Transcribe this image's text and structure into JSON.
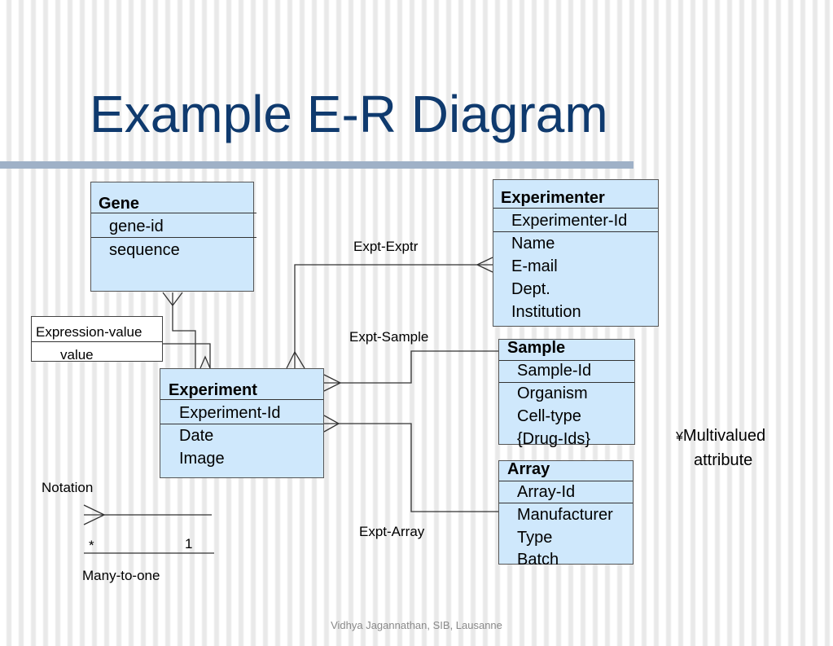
{
  "slide": {
    "title": "Example E-R Diagram",
    "footer": "Vidhya Jagannathan, SIB, Lausanne"
  },
  "entities": {
    "gene": {
      "name": "Gene",
      "attributes": [
        "gene-id",
        "sequence"
      ]
    },
    "experimenter": {
      "name": "Experimenter",
      "attributes": [
        "Experimenter-Id",
        "Name",
        "E-mail",
        "Dept.",
        "Institution"
      ]
    },
    "experiment": {
      "name": "Experiment",
      "attributes": [
        "Experiment-Id",
        "Date",
        "Image"
      ]
    },
    "sample": {
      "name": "Sample",
      "attributes": [
        "Sample-Id",
        "Organism",
        "Cell-type",
        "{Drug-Ids}"
      ]
    },
    "array": {
      "name": "Array",
      "attributes": [
        "Array-Id",
        "Manufacturer",
        "Type",
        "Batch"
      ]
    }
  },
  "association": {
    "name": "Expression-value",
    "attributes": [
      "value"
    ]
  },
  "relationships": {
    "expt_exptr": "Expt-Exptr",
    "expt_sample": "Expt-Sample",
    "expt_array": "Expt-Array"
  },
  "notation": {
    "title": "Notation",
    "many_symbol": "*",
    "one_symbol": "1",
    "caption": "Many-to-one"
  },
  "note": {
    "bullet": "¥",
    "line1": "Multivalued",
    "line2": "attribute"
  },
  "colors": {
    "title": "#0f3a6e",
    "entity_fill": "#cfe8fc",
    "title_bar": "#9fb1c7"
  }
}
